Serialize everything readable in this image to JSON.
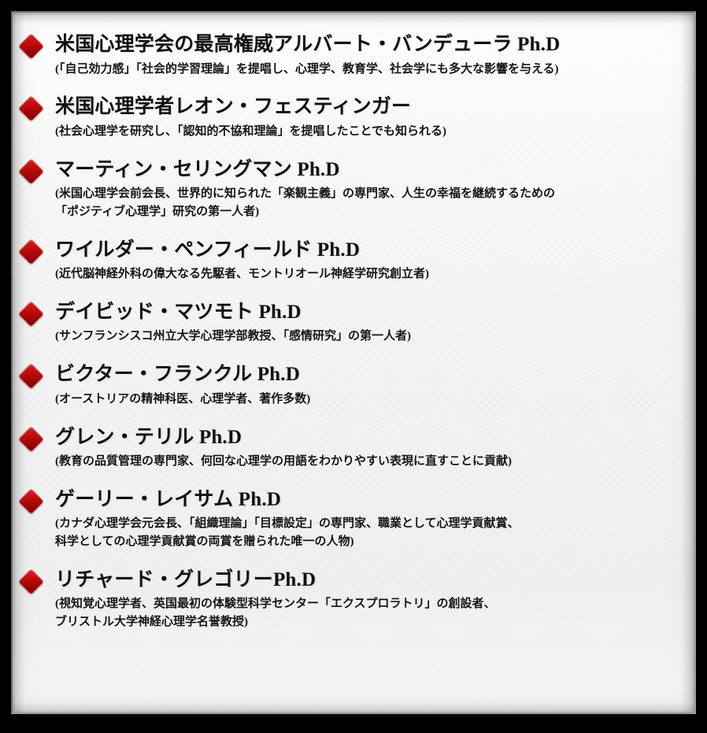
{
  "slide": {
    "background_color": "#f4f4f4",
    "frame_color": "#000000",
    "bullet_color": "#b50a0a",
    "bullet_icon": "diamond-icon"
  },
  "entries": [
    {
      "title": "米国心理学会の最高権威アルバート・バンデューラ Ph.D",
      "desc_lines": [
        "(「自己効力感」「社会的学習理論」を提唱し、心理学、教育学、社会学にも多大な影響を与える)"
      ]
    },
    {
      "title": "米国心理学者レオン・フェスティンガー",
      "desc_lines": [
        "(社会心理学を研究し、「認知的不協和理論」を提唱したことでも知られる)"
      ]
    },
    {
      "title": "マーティン・セリングマン Ph.D",
      "desc_lines": [
        "(米国心理学会前会長、世界的に知られた「楽観主義」の専門家、人生の幸福を継続するための",
        "「ポジティブ心理学」研究の第一人者)"
      ]
    },
    {
      "title": "ワイルダー・ペンフィールド Ph.D",
      "desc_lines": [
        "(近代脳神経外科の偉大なる先駆者、モントリオール神経学研究創立者)"
      ]
    },
    {
      "title": "デイビッド・マツモト Ph.D",
      "desc_lines": [
        "(サンフランシスコ州立大学心理学部教授、「感情研究」の第一人者)"
      ]
    },
    {
      "title": "ビクター・フランクル Ph.D",
      "desc_lines": [
        "(オーストリアの精神科医、心理学者、著作多数)"
      ]
    },
    {
      "title": "グレン・テリル Ph.D",
      "desc_lines": [
        "(教育の品質管理の専門家、何回な心理学の用語をわかりやすい表現に直すことに貢献)"
      ]
    },
    {
      "title": "ゲーリー・レイサム Ph.D",
      "desc_lines": [
        "(カナダ心理学会元会長、「組織理論」「目標設定」の専門家、職業として心理学貢献賞、",
        "科学としての心理学貢献賞の両賞を贈られた唯一の人物)"
      ]
    },
    {
      "title": "リチャード・グレゴリーPh.D",
      "desc_lines": [
        "(視知覚心理学者、英国最初の体験型科学センター「エクスプロラトリ」の創設者、",
        "ブリストル大学神経心理学名誉教授)"
      ]
    }
  ]
}
